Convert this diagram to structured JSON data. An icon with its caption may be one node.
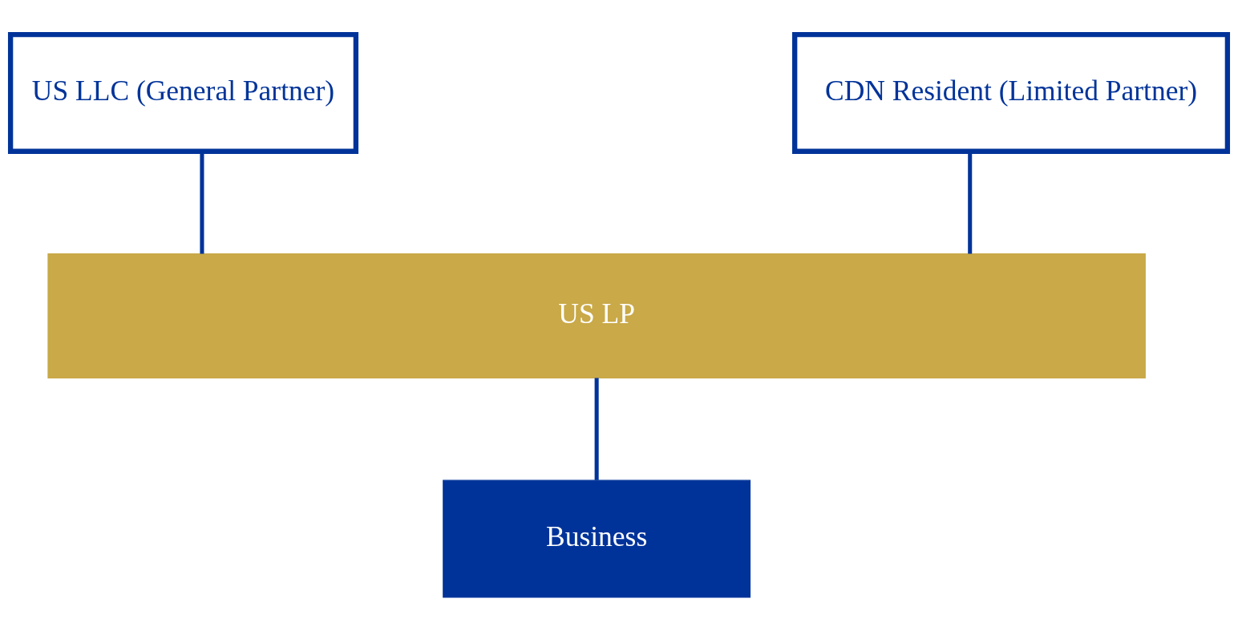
{
  "diagram": {
    "nodes": [
      {
        "text": [
          "US LLC (General Partner)"
        ]
      },
      {
        "text": [
          "CDN Resident (Limited Partner)"
        ]
      },
      {
        "text": [
          "US LP"
        ]
      },
      {
        "text": [
          "Business"
        ]
      }
    ],
    "edges": [
      {
        "from": 0,
        "to": 2,
        "arrow": "none"
      },
      {
        "from": 1,
        "to": 2,
        "arrow": "none"
      },
      {
        "from": 2,
        "to": 3,
        "arrow": "none"
      }
    ]
  }
}
